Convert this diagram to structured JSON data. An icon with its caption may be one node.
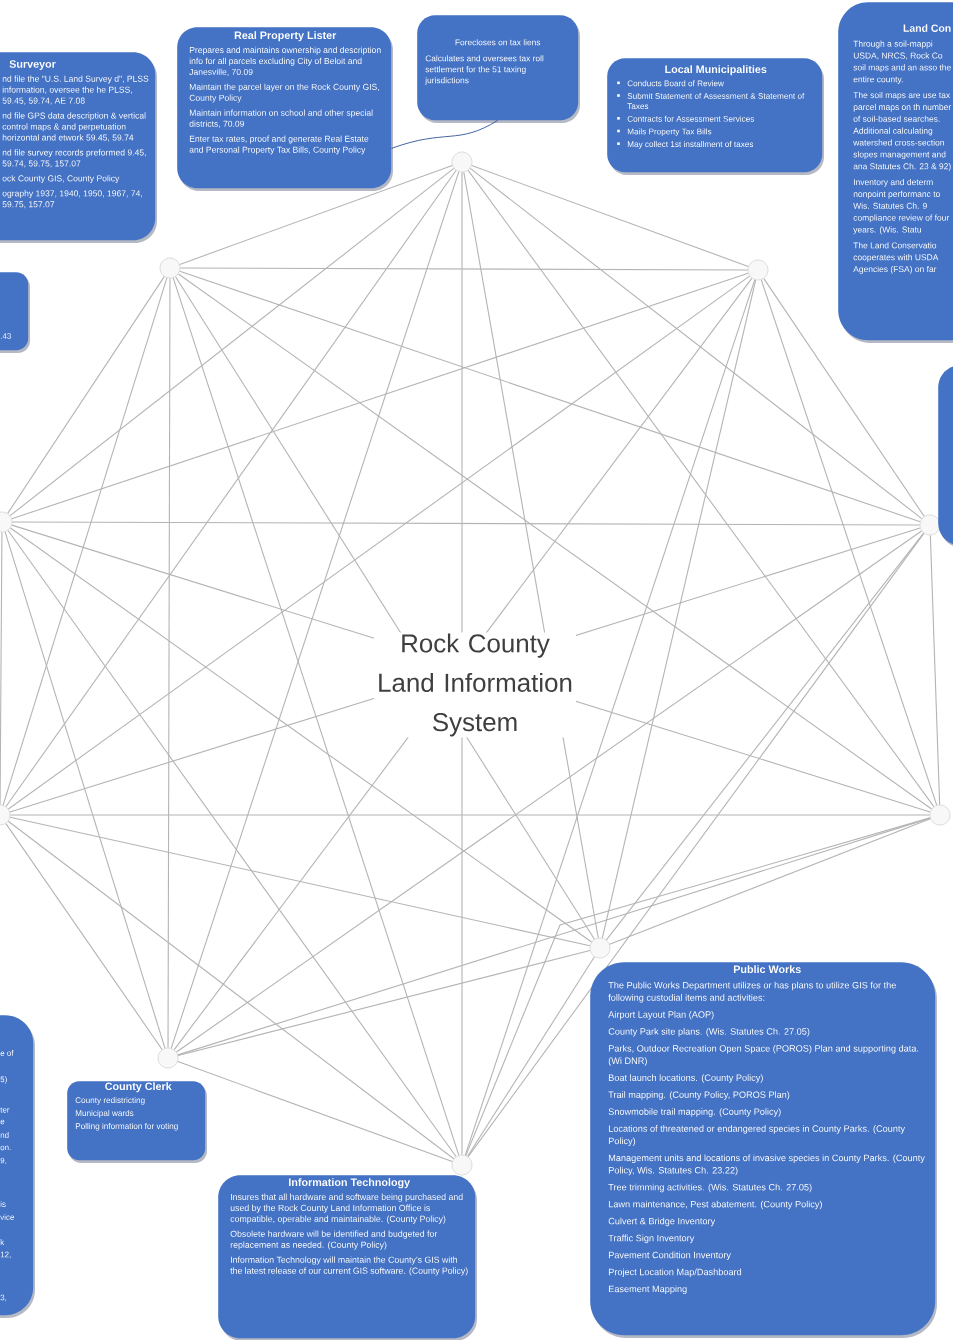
{
  "diagram": {
    "title": "Rock County Land Information System",
    "nodes": [
      {
        "text": [
          "Land Con",
          "Through a soil-mappi USDA, NRCS, Rock Co soil maps and an asso the entire county.",
          "The soil maps are use tax parcel maps on th number of soil-based searches. Additional calculating watershed cross-section slopes management and ana Statutes Ch. 23 & 92)",
          "Inventory and determ nonpoint performanc to Wis. Statutes Ch. 9 compliance review of four years. (Wis. Statu",
          "The Land Conservatio cooperates with USDA Agencies (FSA) on far"
        ]
      },
      {
        "text": [
          "Forecloses on tax liens",
          "Calculates and oversees tax roll settlement for the 51 taxing jurisdictions"
        ]
      },
      {
        "text": [
          "Real Property Lister",
          "Prepares and maintains ownership and description info for all parcels excluding City of Beloit and Janesville, 70.09",
          "Maintain the parcel layer on the Rock County GIS, County Policy",
          "Maintain information on school and other special districts, 70.09",
          "Enter tax rates, proof and generate Real Estate and Personal Property Tax Bills, County Policy"
        ]
      },
      {
        "text": [
          "Surveyor",
          "nd file the \"U.S. Land Survey d\", PLSS information, oversee the he PLSS, 59.45, 59.74, AE 7.08",
          "nd file GPS data description & vertical control maps & and perpetuation horizontal and etwork 59.45, 59.74",
          "nd file survey records preformed 9.45, 59.74, 59.75, 157.07",
          "ock County GIS, County Policy",
          "ography 1937, 1940, 1950, 1967, 74, 59.75, 157.07"
        ]
      },
      {
        "text": [
          "Local Municipalities",
          "Conducts Board of Review",
          "Submit Statement of Assessment & Statement of Taxes",
          "Contracts for Assessment Services",
          "Mails Property Tax Bills",
          "May collect 1st installment of taxes"
        ]
      },
      {
        "text": [],
        "shape": "circle"
      },
      {
        "text": [],
        "shape": "circle"
      },
      {
        "text": [],
        "shape": "circle"
      },
      {
        "text": [
          ".43"
        ]
      },
      {
        "text": [],
        "shape": "box"
      },
      {
        "text": [],
        "shape": "circle"
      },
      {
        "text": [],
        "shape": "circle"
      },
      {
        "text": [],
        "shape": "circle"
      },
      {
        "text": [],
        "shape": "circle"
      },
      {
        "text": [
          "Public Works",
          "The Public Works Department utilizes or has plans to utilize GIS for the following custodial items and activities:",
          "Airport Layout Plan (AOP)",
          "County Park site plans. (Wis. Statutes Ch. 27.05)",
          "Parks, Outdoor Recreation Open Space (POROS) Plan and supporting data. (Wi DNR)",
          "Boat launch locations. (County Policy)",
          "Trail mapping. (County Policy, POROS Plan)",
          "Snowmobile trail mapping. (County Policy)",
          "Locations of threatened or endangered species in County Parks. (County Policy)",
          "Management units and locations of invasive species in County Parks. (County Policy, Wis. Statutes Ch. 23.22)",
          "Tree trimming activities. (Wis. Statutes Ch. 27.05)",
          "Lawn maintenance, Pest abatement. (County Policy)",
          "Culvert & Bridge Inventory",
          "Traffic Sign Inventory",
          "Pavement Condition Inventory",
          "Project Location Map/Dashboard",
          "Easement Mapping"
        ]
      },
      {
        "text": [
          "e of",
          "5)",
          "ter",
          "e",
          "nd",
          "on.",
          "9,",
          "is",
          "vice",
          "k",
          "12,",
          "3,"
        ]
      },
      {
        "text": [],
        "shape": "circle"
      },
      {
        "text": [],
        "shape": "circle"
      },
      {
        "text": [
          "County Clerk",
          "County redistricting",
          "Municipal wards",
          "Polling information for voting"
        ]
      },
      {
        "text": [],
        "shape": "circle"
      },
      {
        "text": [
          "Information Technology",
          "Insures that all hardware and software being purchased and used by the Rock County Land Information Office is compatible, operable and maintainable. (County Policy)",
          "Obsolete hardware will be identified and budgeted for replacement as needed. (County Policy)",
          "Information Technology will maintain the County’s GIS with the latest release of our current GIS software. (County Policy)"
        ]
      }
    ],
    "edges": [
      {
        "from": 5,
        "to": 6,
        "arrow": "none"
      },
      {
        "from": 5,
        "to": 7,
        "arrow": "none"
      },
      {
        "from": 5,
        "to": 10,
        "arrow": "none"
      },
      {
        "from": 5,
        "to": 11,
        "arrow": "none"
      },
      {
        "from": 5,
        "to": 12,
        "arrow": "none"
      },
      {
        "from": 5,
        "to": 13,
        "arrow": "none"
      },
      {
        "from": 5,
        "to": 16,
        "arrow": "none"
      },
      {
        "from": 5,
        "to": 17,
        "arrow": "none"
      },
      {
        "from": 5,
        "to": 19,
        "arrow": "none"
      },
      {
        "from": 6,
        "to": 7,
        "arrow": "none"
      },
      {
        "from": 6,
        "to": 10,
        "arrow": "none"
      },
      {
        "from": 6,
        "to": 11,
        "arrow": "none"
      },
      {
        "from": 6,
        "to": 12,
        "arrow": "none"
      },
      {
        "from": 6,
        "to": 13,
        "arrow": "none"
      },
      {
        "from": 6,
        "to": 16,
        "arrow": "none"
      },
      {
        "from": 6,
        "to": 17,
        "arrow": "none"
      },
      {
        "from": 6,
        "to": 19,
        "arrow": "none"
      },
      {
        "from": 7,
        "to": 10,
        "arrow": "none"
      },
      {
        "from": 7,
        "to": 11,
        "arrow": "none"
      },
      {
        "from": 7,
        "to": 12,
        "arrow": "none"
      },
      {
        "from": 7,
        "to": 13,
        "arrow": "none"
      },
      {
        "from": 7,
        "to": 16,
        "arrow": "none"
      },
      {
        "from": 7,
        "to": 17,
        "arrow": "none"
      },
      {
        "from": 7,
        "to": 19,
        "arrow": "none"
      },
      {
        "from": 10,
        "to": 11,
        "arrow": "none"
      },
      {
        "from": 10,
        "to": 12,
        "arrow": "none"
      },
      {
        "from": 10,
        "to": 13,
        "arrow": "none"
      },
      {
        "from": 10,
        "to": 16,
        "arrow": "none"
      },
      {
        "from": 10,
        "to": 17,
        "arrow": "none"
      },
      {
        "from": 10,
        "to": 19,
        "arrow": "none"
      },
      {
        "from": 11,
        "to": 12,
        "arrow": "none"
      },
      {
        "from": 11,
        "to": 13,
        "arrow": "none"
      },
      {
        "from": 11,
        "to": 16,
        "arrow": "none"
      },
      {
        "from": 11,
        "to": 17,
        "arrow": "none"
      },
      {
        "from": 11,
        "to": 19,
        "arrow": "none"
      },
      {
        "from": 12,
        "to": 13,
        "arrow": "none"
      },
      {
        "from": 12,
        "to": 16,
        "arrow": "none"
      },
      {
        "from": 12,
        "to": 17,
        "arrow": "none"
      },
      {
        "from": 12,
        "to": 19,
        "arrow": "none"
      },
      {
        "from": 13,
        "to": 16,
        "arrow": "none"
      },
      {
        "from": 13,
        "to": 17,
        "arrow": "none"
      },
      {
        "from": 13,
        "to": 19,
        "arrow": "none"
      },
      {
        "from": 16,
        "to": 17,
        "arrow": "none"
      },
      {
        "from": 16,
        "to": 19,
        "arrow": "none"
      },
      {
        "from": 17,
        "to": 19,
        "arrow": "none"
      },
      {
        "from": 1,
        "to": 2,
        "arrow": "none",
        "color": "#2f5597"
      }
    ]
  }
}
